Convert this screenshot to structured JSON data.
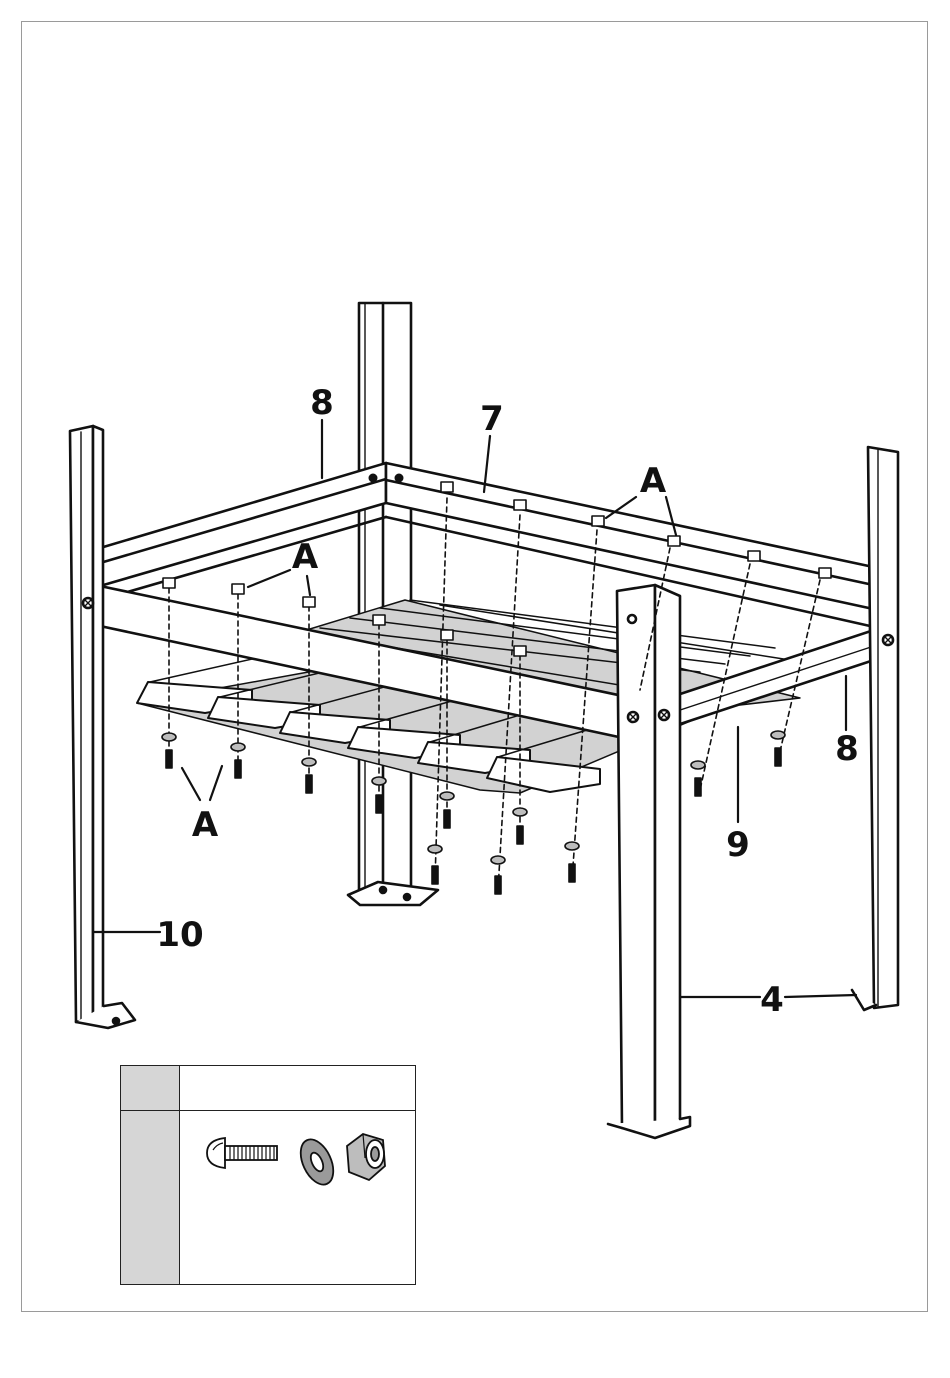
{
  "diagram": {
    "callouts": {
      "top_beam_left": "8",
      "top_beam_back": "7",
      "bolt_group_back": "A",
      "bolt_group_front": "A",
      "bolt_group_bottom": "A",
      "right_beam": "8",
      "front_beam": "9",
      "left_post": "10",
      "front_post": "4"
    },
    "colors": {
      "line": "#111111",
      "panel_fill": "#d2d2d2",
      "hardware_shade": "#bdbdbd",
      "table_key_fill": "#d6d6d6",
      "border": "#9a9a9a"
    }
  },
  "hardware_table": {
    "key_label": "",
    "quantity_label": "",
    "parts": [
      {
        "icon": "bolt-icon"
      },
      {
        "icon": "washer-icon"
      },
      {
        "icon": "lock-nut-icon"
      }
    ]
  }
}
